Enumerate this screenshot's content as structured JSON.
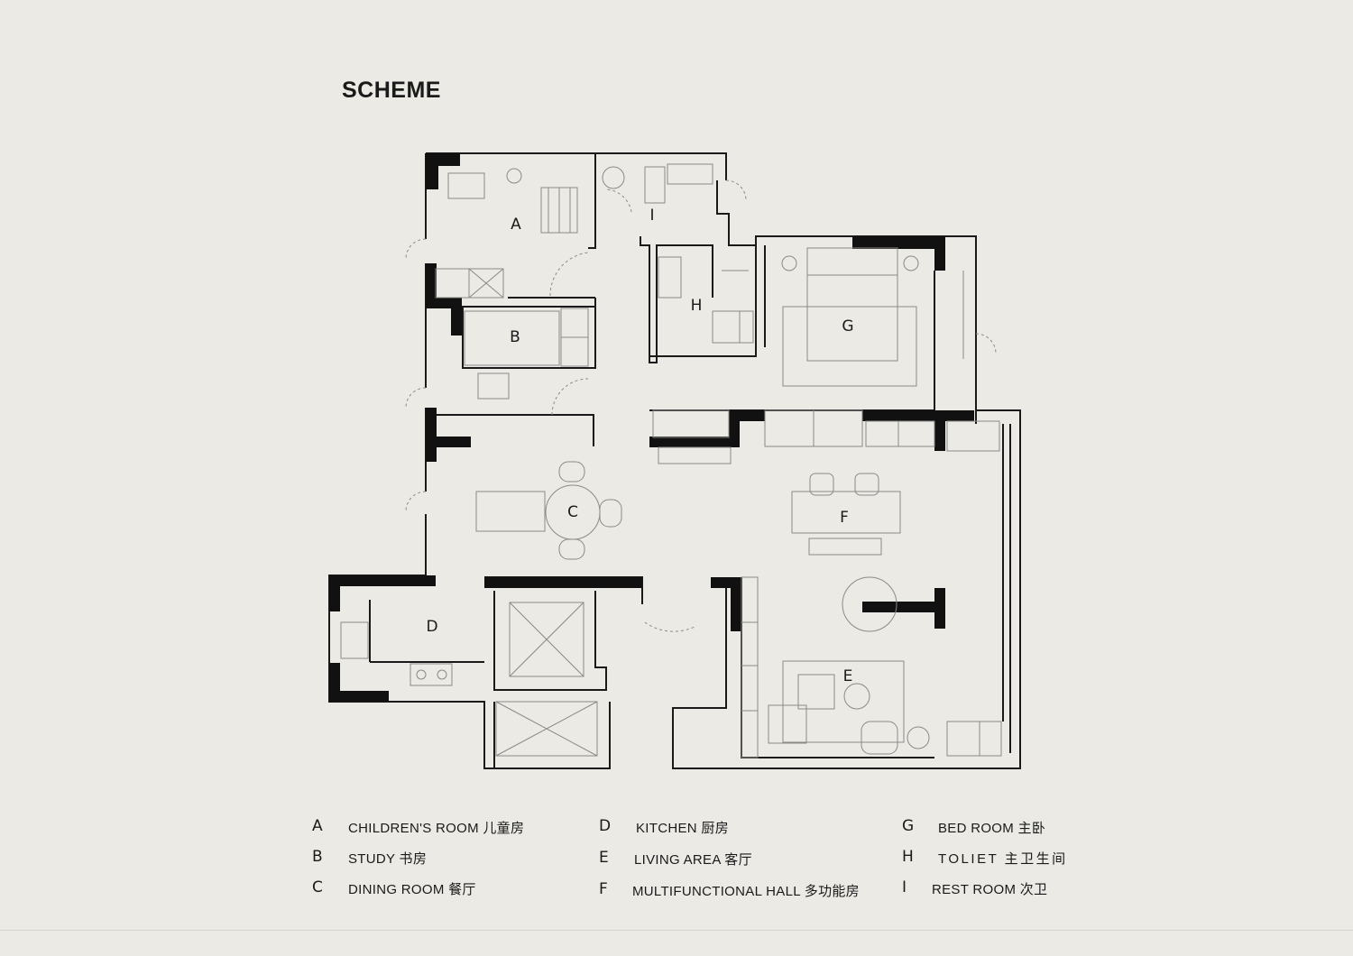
{
  "title": "SCHEME",
  "colors": {
    "background": "#ebeae5",
    "wall": "#111111",
    "line": "#8a8a88"
  },
  "rooms": [
    {
      "id": "A"
    },
    {
      "id": "B"
    },
    {
      "id": "C"
    },
    {
      "id": "D"
    },
    {
      "id": "E"
    },
    {
      "id": "F"
    },
    {
      "id": "G"
    },
    {
      "id": "H"
    },
    {
      "id": "I"
    }
  ],
  "legend": [
    {
      "letter": "A",
      "name": "CHILDREN'S ROOM  儿童房"
    },
    {
      "letter": "B",
      "name": "STUDY  书房"
    },
    {
      "letter": "C",
      "name": "DINING ROOM  餐厅"
    },
    {
      "letter": "D",
      "name": "KITCHEN  厨房"
    },
    {
      "letter": "E",
      "name": "LIVING AREA  客厅"
    },
    {
      "letter": "F",
      "name": "MULTIFUNCTIONAL HALL 多功能房"
    },
    {
      "letter": "G",
      "name": "BED ROOM 主卧"
    },
    {
      "letter": "H",
      "name": "TOLIET  主卫生间"
    },
    {
      "letter": "I",
      "name": "REST ROOM  次卫"
    }
  ]
}
